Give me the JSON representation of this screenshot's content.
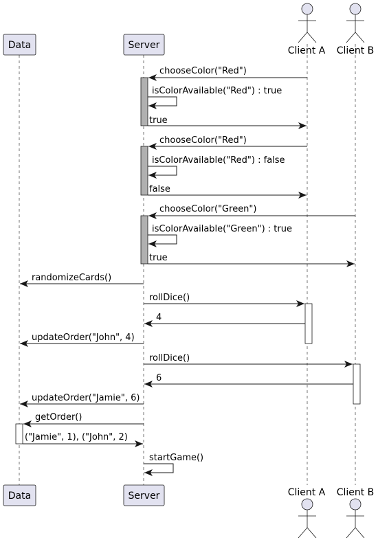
{
  "participants": {
    "data": "Data",
    "server": "Server",
    "client_a": "Client A",
    "client_b": "Client B"
  },
  "messages": [
    {
      "from": "client_a",
      "to": "server",
      "label": "chooseColor(\"Red\")"
    },
    {
      "from": "server",
      "to": "server",
      "label": "isColorAvailable(\"Red\") : true"
    },
    {
      "from": "server",
      "to": "client_a",
      "label": "true"
    },
    {
      "from": "client_a",
      "to": "server",
      "label": "chooseColor(\"Red\")"
    },
    {
      "from": "server",
      "to": "server",
      "label": "isColorAvailable(\"Red\") : false"
    },
    {
      "from": "server",
      "to": "client_a",
      "label": "false"
    },
    {
      "from": "client_b",
      "to": "server",
      "label": "chooseColor(\"Green\")"
    },
    {
      "from": "server",
      "to": "server",
      "label": "isColorAvailable(\"Green\") : true"
    },
    {
      "from": "server",
      "to": "client_b",
      "label": "true"
    },
    {
      "from": "server",
      "to": "data",
      "label": "randomizeCards()"
    },
    {
      "from": "server",
      "to": "client_a",
      "label": "rollDice()"
    },
    {
      "from": "client_a",
      "to": "server",
      "label": "4"
    },
    {
      "from": "server",
      "to": "data",
      "label": "updateOrder(\"John\", 4)"
    },
    {
      "from": "server",
      "to": "client_b",
      "label": "rollDice()"
    },
    {
      "from": "client_b",
      "to": "server",
      "label": "6"
    },
    {
      "from": "server",
      "to": "data",
      "label": "updateOrder(\"Jamie\", 6)"
    },
    {
      "from": "server",
      "to": "data",
      "label": "getOrder()"
    },
    {
      "from": "data",
      "to": "server",
      "label": "(\"Jamie\", 1), (\"John\", 2)"
    },
    {
      "from": "server",
      "to": "server",
      "label": "startGame()"
    }
  ]
}
